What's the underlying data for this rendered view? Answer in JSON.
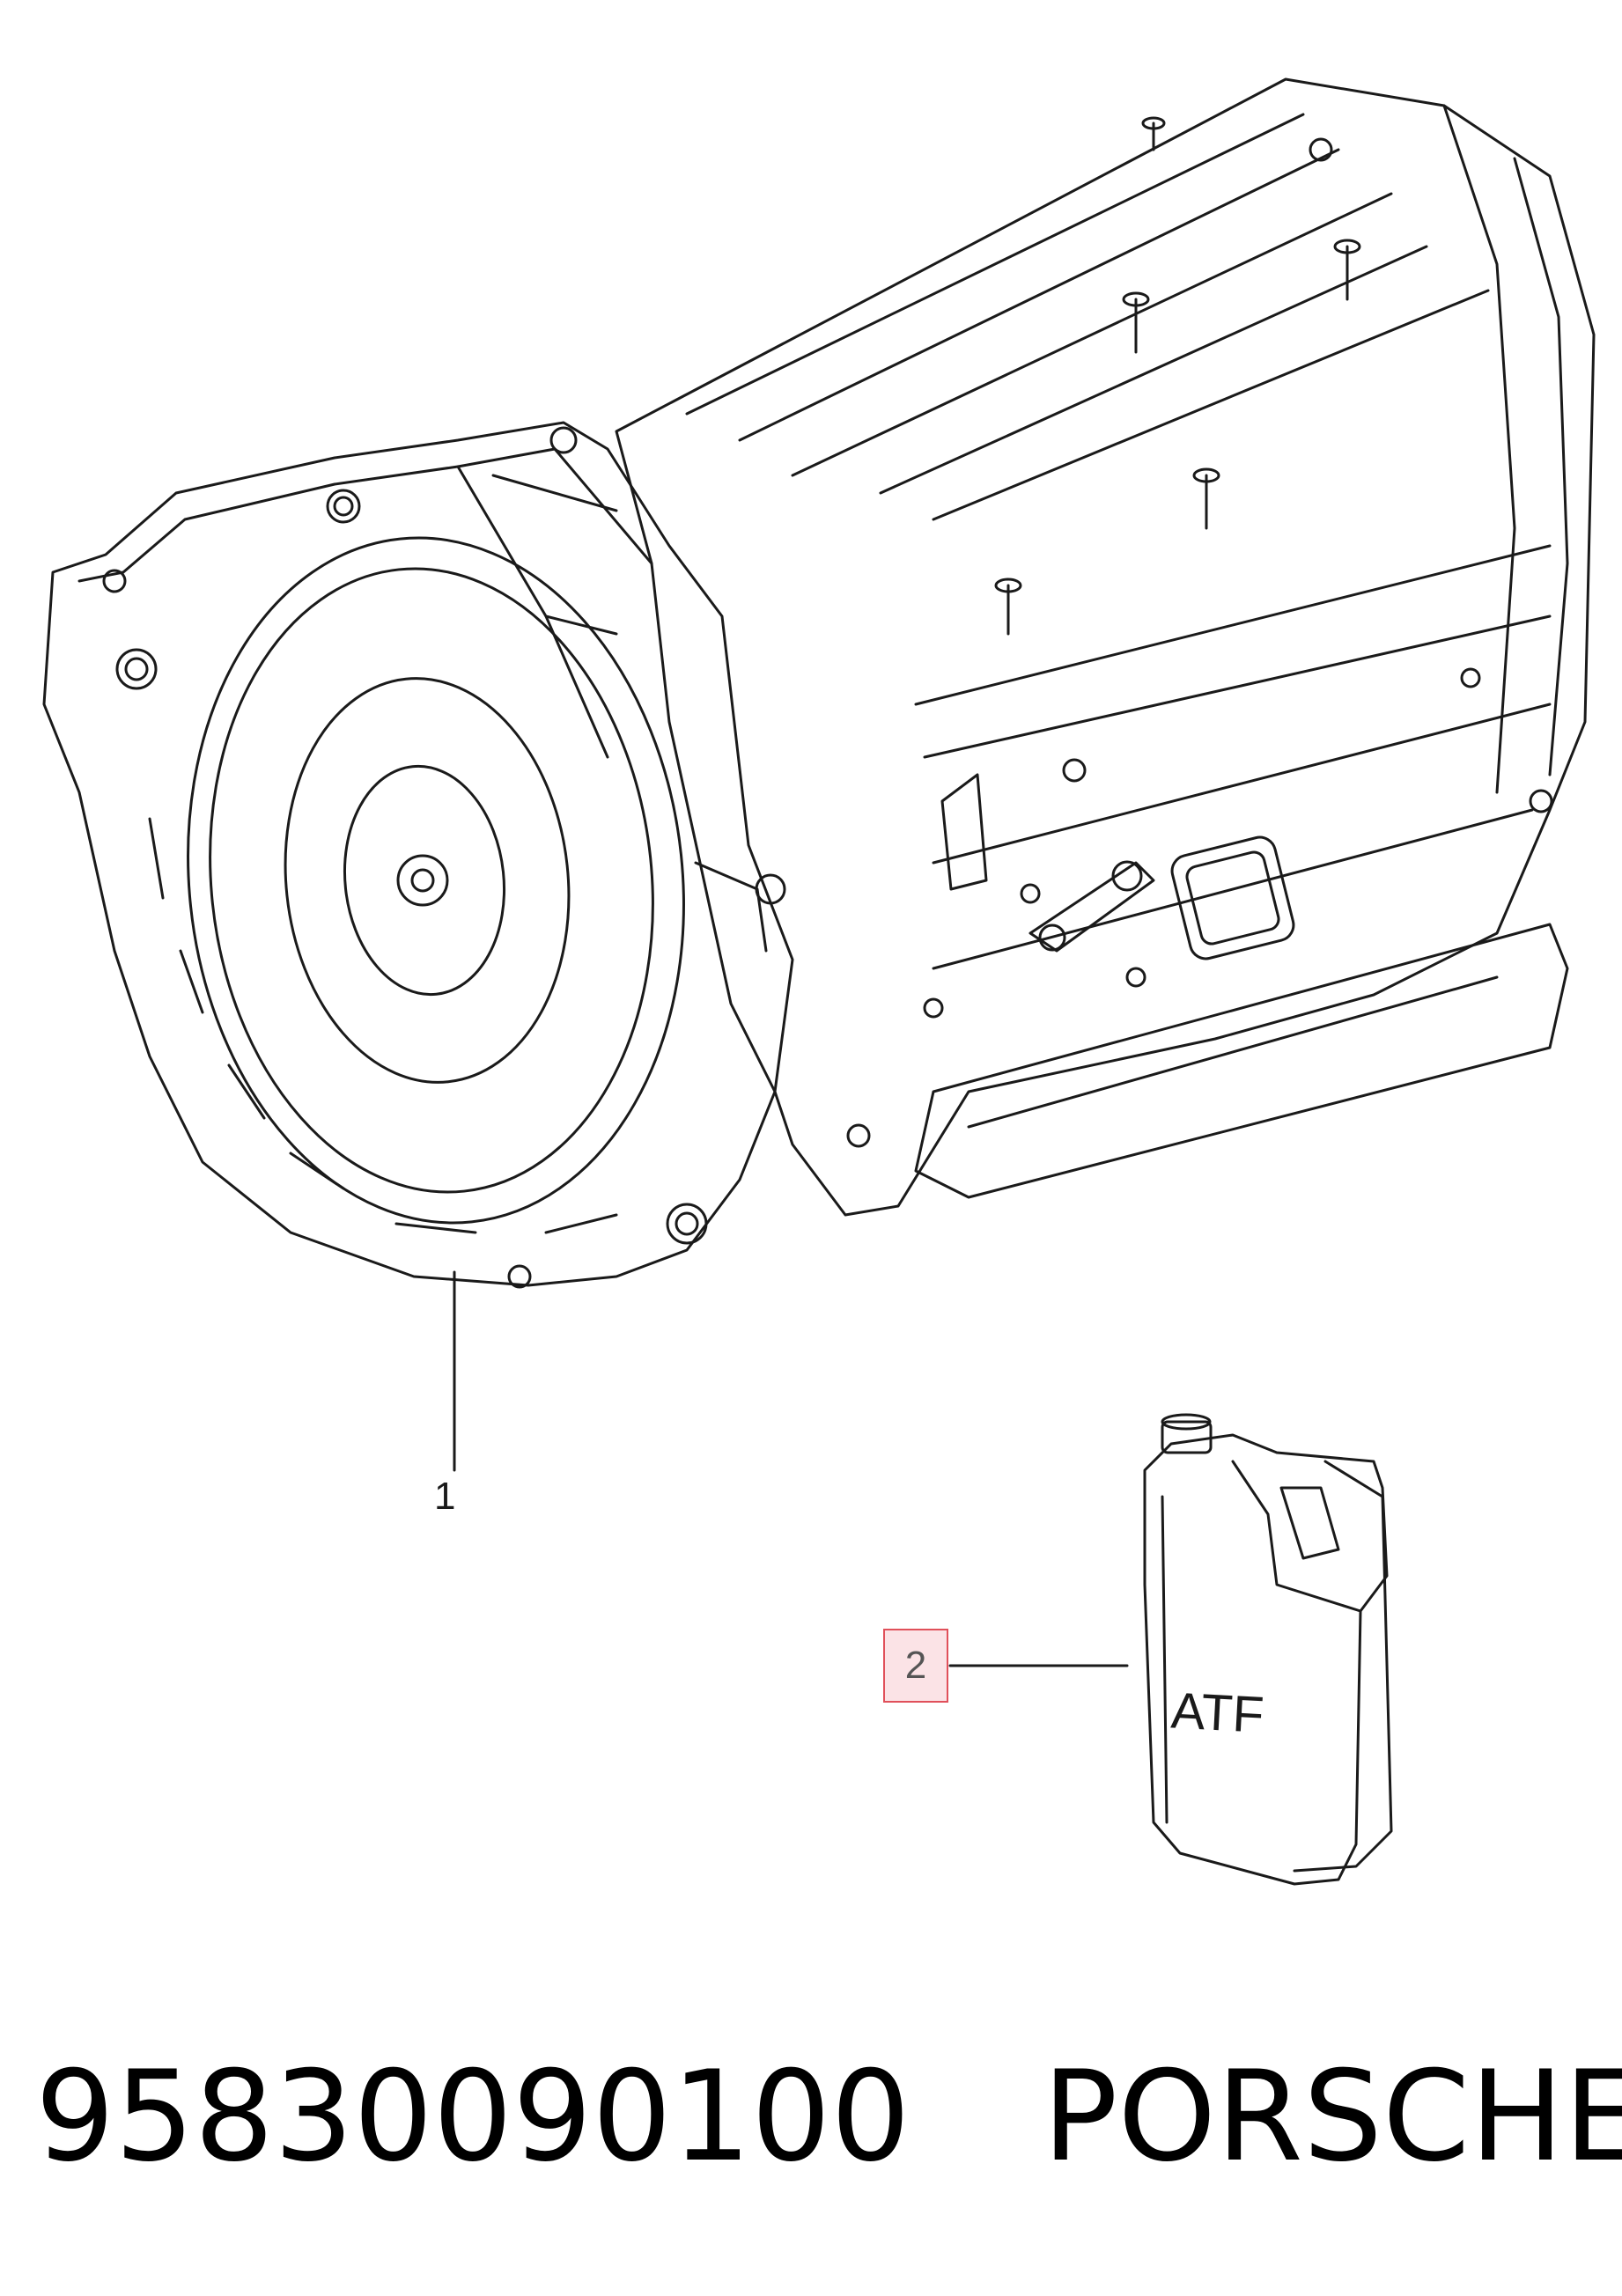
{
  "callouts": {
    "item_1": "1",
    "item_2": "2"
  },
  "atf_container": {
    "label": "ATF"
  },
  "caption": {
    "part_number": "95830090100",
    "brand": "PORSCHE"
  },
  "colors": {
    "line": "#1a1a1a",
    "highlight_fill": "#fbe3e6",
    "highlight_border": "#e0505a"
  }
}
